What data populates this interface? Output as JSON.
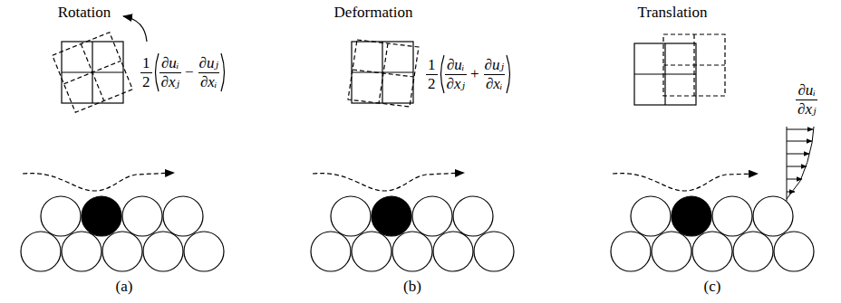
{
  "diagram": {
    "labels": [
      "Rotation",
      "Deformation",
      "Translation",
      "1",
      "2",
      "∂uᵢ",
      "∂xⱼ",
      "−",
      "∂uⱼ",
      "∂xᵢ",
      "1",
      "2",
      "∂uᵢ",
      "∂xⱼ",
      "+",
      "∂uⱼ",
      "∂xᵢ",
      "∂uᵢ",
      "∂xⱼ",
      "(a)",
      "(b)",
      "(c)"
    ]
  }
}
